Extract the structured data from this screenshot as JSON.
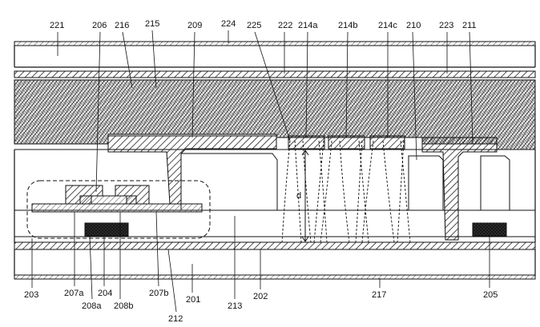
{
  "figure": {
    "labels_top": {
      "l221": "221",
      "l206": "206",
      "l216": "216",
      "l215": "215",
      "l209": "209",
      "l224": "224",
      "l225": "225",
      "l222": "222",
      "l214a": "214a",
      "l214b": "214b",
      "l214c": "214c",
      "l210": "210",
      "l223": "223",
      "l211": "211"
    },
    "labels_bottom": {
      "l203": "203",
      "l207a": "207a",
      "l204": "204",
      "l207b": "207b",
      "l201": "201",
      "l213": "213",
      "l202": "202",
      "l217": "217",
      "l205": "205",
      "l208a": "208a",
      "l208b": "208b",
      "l212": "212"
    },
    "dimension_label": "d"
  }
}
